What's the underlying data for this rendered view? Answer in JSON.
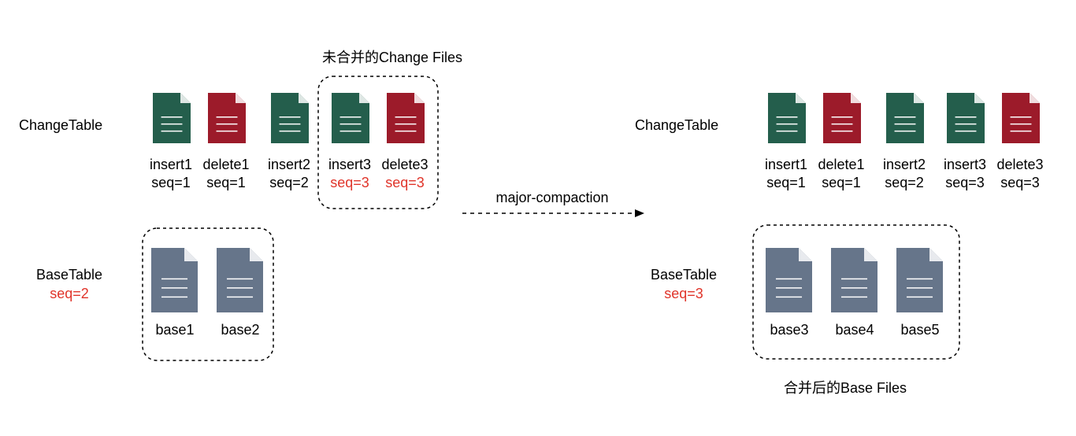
{
  "left": {
    "change_table_label": "ChangeTable",
    "unmerged_caption": "未合并的Change Files",
    "change_files": [
      {
        "name": "insert1",
        "seq": "seq=1",
        "kind": "insert",
        "highlight": false
      },
      {
        "name": "delete1",
        "seq": "seq=1",
        "kind": "delete",
        "highlight": false
      },
      {
        "name": "insert2",
        "seq": "seq=2",
        "kind": "insert",
        "highlight": false
      },
      {
        "name": "insert3",
        "seq": "seq=3",
        "kind": "insert",
        "highlight": true
      },
      {
        "name": "delete3",
        "seq": "seq=3",
        "kind": "delete",
        "highlight": true
      }
    ],
    "base_table_label": "BaseTable",
    "base_seq": "seq=2",
    "base_files": [
      {
        "name": "base1"
      },
      {
        "name": "base2"
      }
    ]
  },
  "arrow_label": "major-compaction",
  "right": {
    "change_table_label": "ChangeTable",
    "change_files": [
      {
        "name": "insert1",
        "seq": "seq=1",
        "kind": "insert"
      },
      {
        "name": "delete1",
        "seq": "seq=1",
        "kind": "delete"
      },
      {
        "name": "insert2",
        "seq": "seq=2",
        "kind": "insert"
      },
      {
        "name": "insert3",
        "seq": "seq=3",
        "kind": "insert"
      },
      {
        "name": "delete3",
        "seq": "seq=3",
        "kind": "delete"
      }
    ],
    "base_table_label": "BaseTable",
    "base_seq": "seq=3",
    "base_files": [
      {
        "name": "base3"
      },
      {
        "name": "base4"
      },
      {
        "name": "base5"
      }
    ],
    "merged_caption": "合并后的Base Files"
  },
  "colors": {
    "insert": "#245e4c",
    "delete": "#9c1b2a",
    "base": "#66758a",
    "highlight_text": "#e0342a"
  }
}
